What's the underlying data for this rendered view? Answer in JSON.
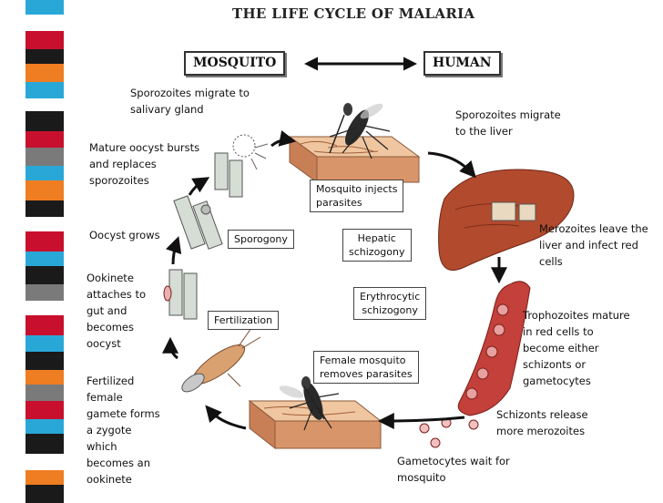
{
  "title": "THE LIFE CYCLE OF MALARIA",
  "hosts": {
    "mosquito": "MOSQUITO",
    "human": "HUMAN"
  },
  "stages": {
    "sporozoites_salivary": [
      "Sporozoites migrate to",
      "salivary gland"
    ],
    "sporozoites_liver": [
      "Sporozoites migrate",
      "to the liver"
    ],
    "mature_oocyst": [
      "Mature oocyst bursts",
      "and replaces",
      "sporozoites"
    ],
    "mosquito_injects": [
      "Mosquito injects",
      "parasites"
    ],
    "oocyst_grows": "Oocyst grows",
    "sporogony": "Sporogony",
    "hepatic": [
      "Hepatic",
      "schizogony"
    ],
    "merozoites_leave": [
      "Merozoites leave the",
      "liver and infect red",
      "cells"
    ],
    "ookinete": [
      "Ookinete",
      "attaches to",
      "gut and",
      "becomes",
      "oocyst"
    ],
    "erythrocytic": [
      "Erythrocytic",
      "schizogony"
    ],
    "fertilization": "Fertilization",
    "trophozoites": [
      "Trophozoites mature",
      "in red cells to",
      "become either",
      "schizonts or",
      "gametocytes"
    ],
    "female_removes": [
      "Female mosquito",
      "removes parasites"
    ],
    "fertilized": [
      "Fertilized",
      "female",
      "gamete forms",
      "a zygote",
      "which",
      "becomes an",
      "ookinete"
    ],
    "schizonts": [
      "Schizonts release",
      "more merozoites"
    ],
    "gametocytes_wait": [
      "Gametocytes wait for",
      "mosquito"
    ]
  },
  "colors": {
    "strip": [
      "#1a1a1a",
      "#c8102e",
      "#29a8d8",
      "#ef7d22",
      "#7a7a7a",
      "#ffffff"
    ],
    "liver": "#b24a2e",
    "blood_vessel": "#c4403a",
    "skin": "#e8b58e"
  },
  "icons": [
    "double-arrow-icon",
    "cycle-arrow-icon",
    "mosquito-icon",
    "liver-icon",
    "blood-vessel-icon",
    "oocyst-icon",
    "skin-block-icon"
  ]
}
